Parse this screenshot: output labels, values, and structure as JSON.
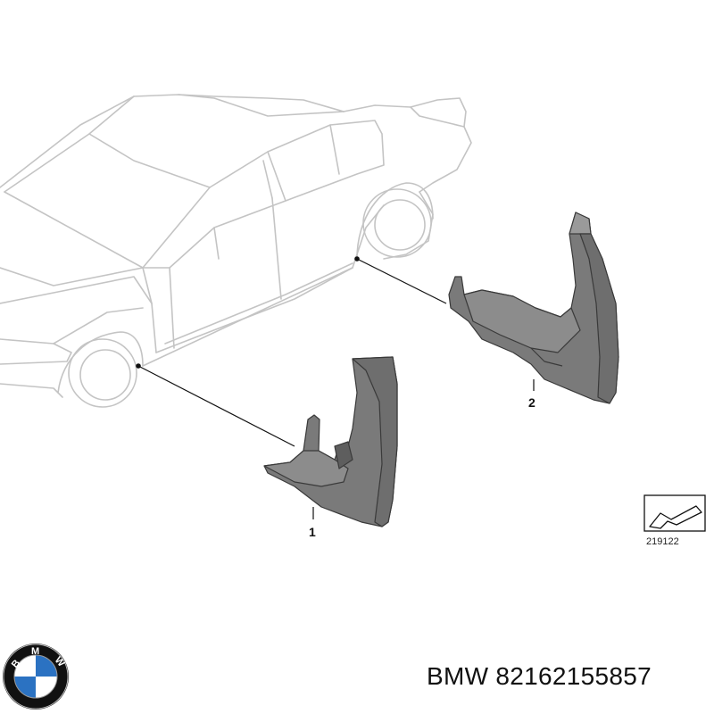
{
  "diagram": {
    "callouts": [
      {
        "label": "1"
      },
      {
        "label": "2"
      }
    ],
    "reference_number": "219122"
  },
  "caption": {
    "brand": "BMW",
    "part_number": "82162155857"
  },
  "logo": {
    "letters": [
      "B",
      "M",
      "W"
    ],
    "colors": {
      "ring": "#111111",
      "blue": "#2b72c2",
      "white": "#ffffff"
    }
  }
}
